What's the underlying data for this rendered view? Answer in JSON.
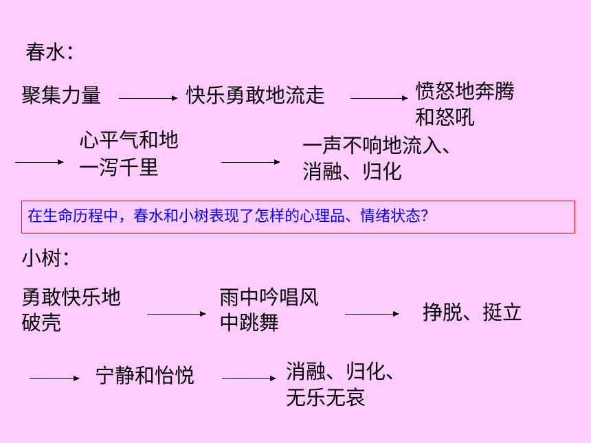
{
  "spring": {
    "heading": "春水：",
    "stage1": "聚集力量",
    "stage2": "快乐勇敢地流走",
    "stage3_l1": "愤怒地奔腾",
    "stage3_l2": "和怒吼",
    "stage4_l1": "心平气和地",
    "stage4_l2": "一泻千里",
    "stage5_l1": "一声不响地流入、",
    "stage5_l2": "消融、归化"
  },
  "question": "在生命历程中，春水和小树表现了怎样的心理品、情绪状态？",
  "tree": {
    "heading": "小树：",
    "stage1_l1": "勇敢快乐地",
    "stage1_l2": "破壳",
    "stage2_l1": "雨中吟唱风",
    "stage2_l2": "中跳舞",
    "stage3": "挣脱、挺立",
    "stage4": "宁静和怡悦",
    "stage5_l1": "消融、归化、",
    "stage5_l2": "无乐无哀"
  },
  "colors": {
    "background": "#ffccff",
    "question_text": "#0000ff",
    "question_border": "#ff0000"
  }
}
